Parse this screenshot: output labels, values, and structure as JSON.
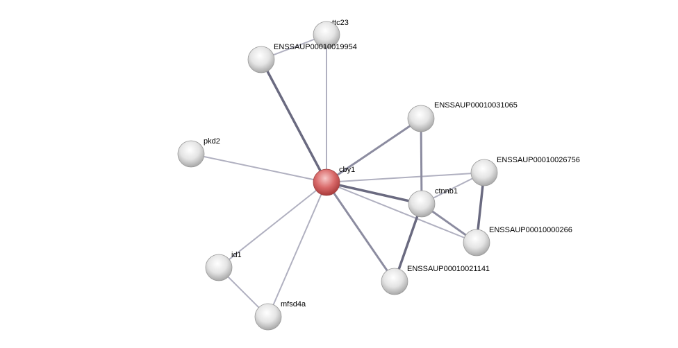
{
  "network": {
    "colors": {
      "query_node": "#d96a6a",
      "node": "#e6e6e6",
      "edge_light": "#b0b0c0",
      "edge_dark": "#6a6a80"
    },
    "nodes": [
      {
        "id": "ttc23",
        "label": "ttc23",
        "query": false
      },
      {
        "id": "e019954",
        "label": "ENSSAUP00010019954",
        "query": false
      },
      {
        "id": "e031065",
        "label": "ENSSAUP00010031065",
        "query": false
      },
      {
        "id": "pkd2",
        "label": "pkd2",
        "query": false
      },
      {
        "id": "cby1",
        "label": "cby1",
        "query": true
      },
      {
        "id": "e026756",
        "label": "ENSSAUP00010026756",
        "query": false
      },
      {
        "id": "ctnnb1",
        "label": "ctnnb1",
        "query": false
      },
      {
        "id": "e000266",
        "label": "ENSSAUP00010000266",
        "query": false
      },
      {
        "id": "id1",
        "label": "id1",
        "query": false
      },
      {
        "id": "e021141",
        "label": "ENSSAUP00010021141",
        "query": false
      },
      {
        "id": "mfsd4a",
        "label": "mfsd4a",
        "query": false
      }
    ],
    "edges": [
      {
        "source": "cby1",
        "target": "ttc23",
        "strength": "weak"
      },
      {
        "source": "cby1",
        "target": "e019954",
        "strength": "strong"
      },
      {
        "source": "e019954",
        "target": "ttc23",
        "strength": "weak"
      },
      {
        "source": "cby1",
        "target": "e031065",
        "strength": "medium"
      },
      {
        "source": "cby1",
        "target": "pkd2",
        "strength": "weak"
      },
      {
        "source": "cby1",
        "target": "e026756",
        "strength": "weak"
      },
      {
        "source": "cby1",
        "target": "ctnnb1",
        "strength": "strong"
      },
      {
        "source": "cby1",
        "target": "e000266",
        "strength": "weak"
      },
      {
        "source": "cby1",
        "target": "e021141",
        "strength": "medium"
      },
      {
        "source": "cby1",
        "target": "id1",
        "strength": "weak"
      },
      {
        "source": "cby1",
        "target": "mfsd4a",
        "strength": "weak"
      },
      {
        "source": "e031065",
        "target": "ctnnb1",
        "strength": "medium"
      },
      {
        "source": "ctnnb1",
        "target": "e026756",
        "strength": "weak"
      },
      {
        "source": "e026756",
        "target": "e000266",
        "strength": "strong"
      },
      {
        "source": "ctnnb1",
        "target": "e000266",
        "strength": "medium"
      },
      {
        "source": "ctnnb1",
        "target": "e021141",
        "strength": "strong"
      },
      {
        "source": "id1",
        "target": "mfsd4a",
        "strength": "weak"
      }
    ]
  }
}
